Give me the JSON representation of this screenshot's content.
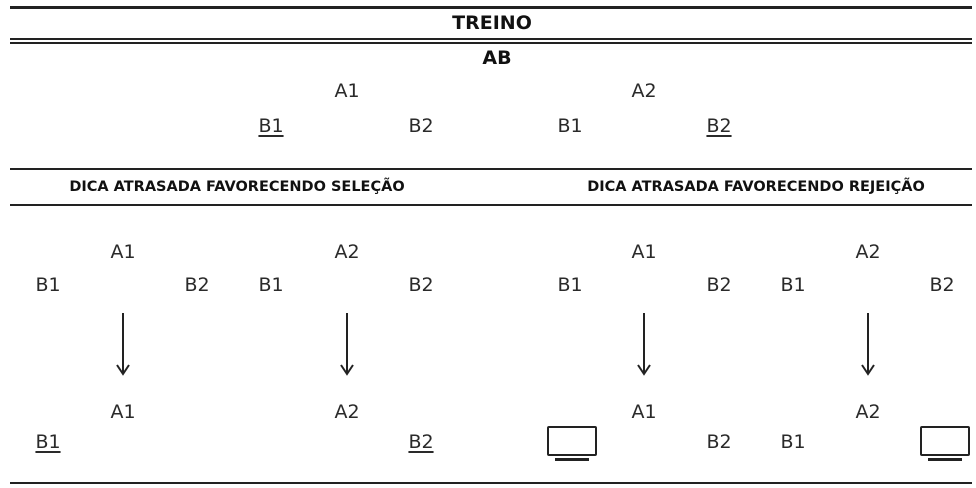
{
  "title": "TREINO",
  "subtitle": "AB",
  "top_trials": [
    {
      "sample": "A1",
      "left": "B1",
      "right": "B2",
      "correct": "left"
    },
    {
      "sample": "A2",
      "left": "B1",
      "right": "B2",
      "correct": "right"
    }
  ],
  "sections": {
    "selection": "DICA ATRASADA FAVORECENDO SELEÇÃO",
    "rejection": "DICA ATRASADA FAVORECENDO REJEIÇÃO"
  },
  "bottom": {
    "upper": {
      "g1": {
        "sample": "A1",
        "left": "B1",
        "right": "B2"
      },
      "g2": {
        "sample": "A2",
        "left": "B1",
        "right": "B2"
      },
      "g3": {
        "sample": "A1",
        "left": "B1",
        "right": "B2"
      },
      "g4": {
        "sample": "A2",
        "left": "B1",
        "right": "B2"
      }
    },
    "lower": {
      "g1": {
        "sample": "A1",
        "left": "B1"
      },
      "g2": {
        "sample": "A2",
        "right": "B2"
      },
      "g3": {
        "sample": "A1",
        "right": "B2",
        "left_icon": "screen-icon"
      },
      "g4": {
        "sample": "A2",
        "left": "B1",
        "right_icon": "screen-icon"
      }
    }
  }
}
